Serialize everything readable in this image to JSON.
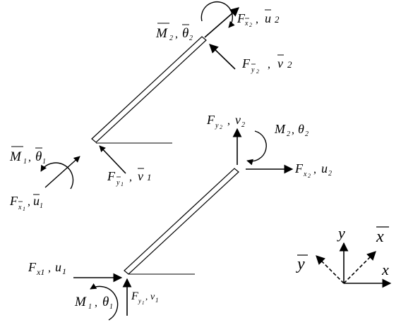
{
  "upper_element": {
    "end2_moment": {
      "symbol": "M",
      "sub": "2",
      "sep": ",",
      "angle": "θ",
      "angle_sub": "2"
    },
    "end2_axial": {
      "force": "F",
      "force_sub": "x",
      "force_subsub": "2",
      "sep": ",",
      "disp": "u",
      "disp_sub": "2"
    },
    "end2_shear": {
      "force": "F",
      "force_sub": "y",
      "force_subsub": "2",
      "sep": ",",
      "disp": "v",
      "disp_sub": "2"
    },
    "end1_moment": {
      "symbol": "M",
      "sub": "1",
      "sep": ",",
      "angle": "θ",
      "angle_sub": "1"
    },
    "end1_shear": {
      "force": "F",
      "force_sub": "y",
      "force_subsub": "1",
      "sep": ",",
      "disp": "v",
      "disp_sub": "1"
    },
    "end1_axial": {
      "force": "F",
      "force_sub": "x",
      "force_subsub": "1",
      "sep": ",",
      "disp": "u",
      "disp_sub": "1"
    }
  },
  "lower_element": {
    "end2_vertical": {
      "force": "F",
      "force_sub": "y",
      "force_subsub": "2",
      "sep": ",",
      "disp": "v",
      "disp_sub": "2"
    },
    "end2_moment": {
      "symbol": "M",
      "sub": "2",
      "sep": ",",
      "angle": "θ",
      "angle_sub": "2"
    },
    "end2_horizontal": {
      "force": "F",
      "force_sub": "x",
      "force_subsub": "2",
      "sep": ",",
      "disp": "u",
      "disp_sub": "2"
    },
    "end1_horizontal": {
      "force": "F",
      "force_sub": "x1",
      "sep": ",",
      "disp": "u",
      "disp_sub": "1"
    },
    "end1_moment": {
      "symbol": "M",
      "sub": "1",
      "sep": ",",
      "angle": "θ",
      "angle_sub": "1"
    },
    "end1_vertical": {
      "force": "F",
      "force_sub": "y",
      "force_subsub": "1",
      "sep": ",",
      "disp": "v",
      "disp_sub": "1"
    }
  },
  "axes": {
    "global_x": "x",
    "global_y": "y",
    "local_x": "x",
    "local_y": "y"
  }
}
